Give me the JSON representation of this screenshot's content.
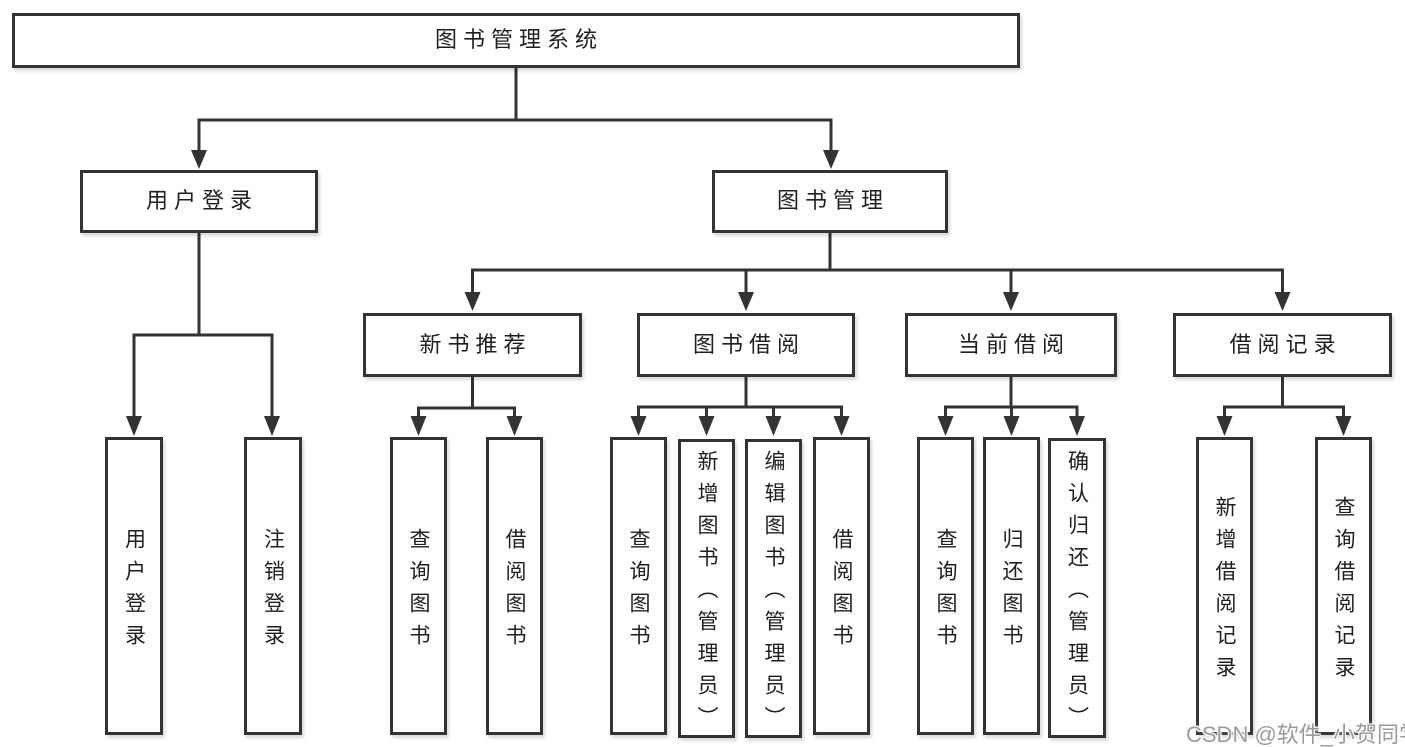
{
  "colors": {
    "background": "#ffffff",
    "line": "#333333",
    "box_border": "#333333",
    "text": "#1f1f1f",
    "watermark": "#9b9b9b"
  },
  "watermark": {
    "text": "CSDN @软件_小贺同学"
  },
  "tree": {
    "label": "图书管理系统",
    "children": [
      {
        "label": "用户登录",
        "children": [
          {
            "label": "用户登录"
          },
          {
            "label": "注销登录"
          }
        ]
      },
      {
        "label": "图书管理",
        "children": [
          {
            "label": "新书推荐",
            "children": [
              {
                "label": "查询图书"
              },
              {
                "label": "借阅图书"
              }
            ]
          },
          {
            "label": "图书借阅",
            "children": [
              {
                "label": "查询图书"
              },
              {
                "label": "新增图书（管理员）"
              },
              {
                "label": "编辑图书（管理员）"
              },
              {
                "label": "借阅图书"
              }
            ]
          },
          {
            "label": "当前借阅",
            "children": [
              {
                "label": "查询图书"
              },
              {
                "label": "归还图书"
              },
              {
                "label": "确认归还（管理员）"
              }
            ]
          },
          {
            "label": "借阅记录",
            "children": [
              {
                "label": "新增借阅记录"
              },
              {
                "label": "查询借阅记录"
              }
            ]
          }
        ]
      }
    ]
  }
}
